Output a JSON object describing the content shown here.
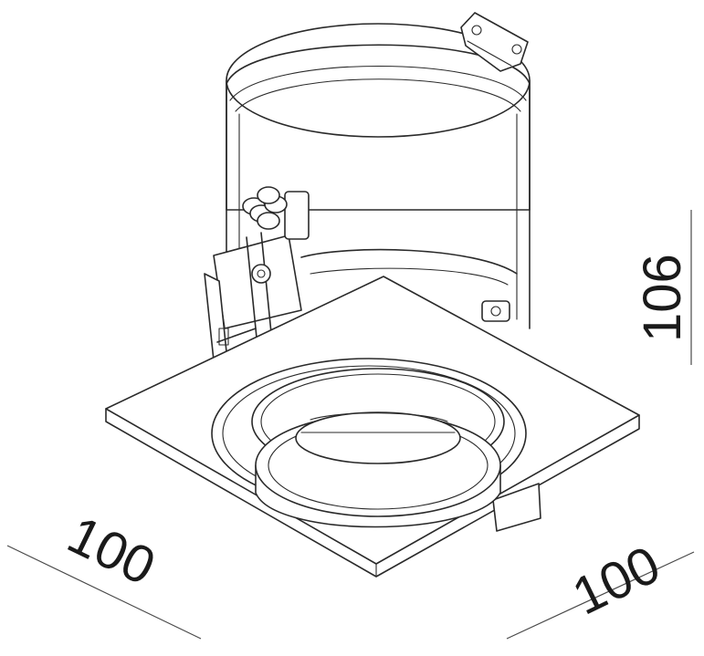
{
  "dimensions": {
    "width_left": "100",
    "width_right": "100",
    "height": "106"
  },
  "colors": {
    "line": "#2a2a2a",
    "background": "#ffffff"
  }
}
